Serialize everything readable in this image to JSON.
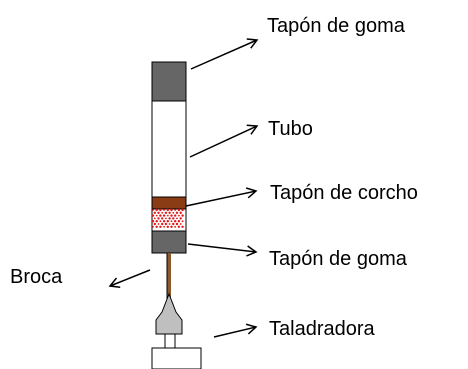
{
  "diagram": {
    "labels": {
      "top_rubber_stopper": "Tapón de goma",
      "tube": "Tubo",
      "cork_stopper": "Tapón de corcho",
      "bottom_rubber_stopper": "Tapón de goma",
      "drill_bit": "Broca",
      "drill": "Taladradora"
    },
    "colors": {
      "rubber": "#666666",
      "tube": "#ffffff",
      "cork": "#8a3c14",
      "speckle_bg": "#ffffff",
      "speckle": "#e11919",
      "drill_bit": "#8a5a2a",
      "chuck": "#bfbfbf",
      "outline": "#000000"
    },
    "icons": {
      "arrow": "arrow-icon",
      "stopper": "rubber-stopper-icon",
      "cork": "cork-stopper-icon",
      "drill": "drill-icon"
    }
  }
}
